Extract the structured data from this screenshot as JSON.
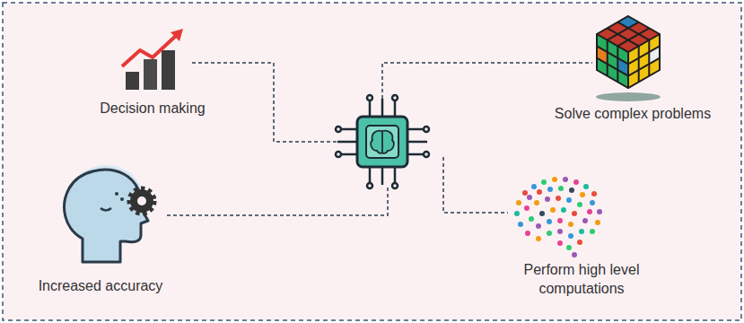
{
  "diagram": {
    "labels": [
      "Decision making",
      "Solve complex problems",
      "Increased accuracy",
      "Perform high level computations"
    ]
  }
}
